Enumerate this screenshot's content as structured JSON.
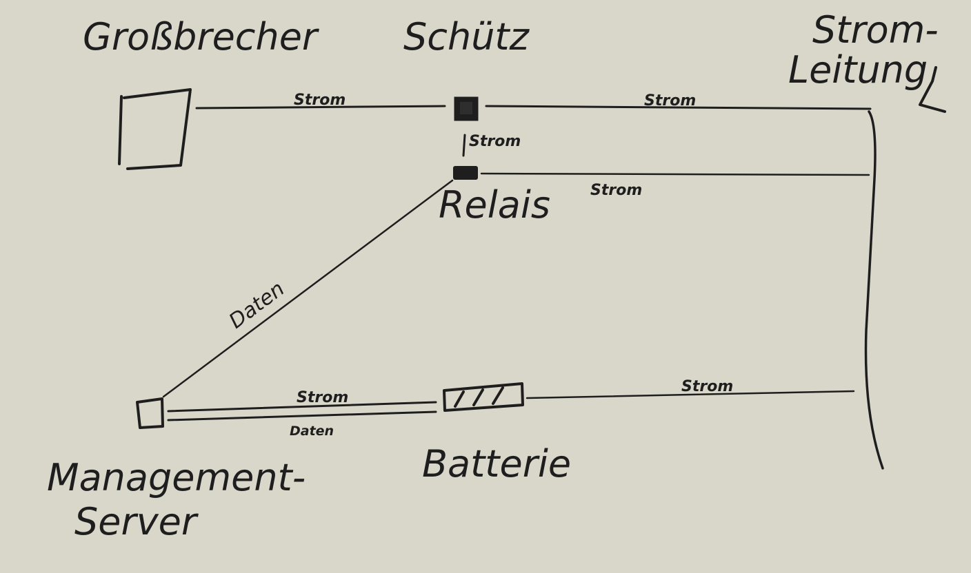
{
  "nodes": {
    "grossbrecher": "Großbrecher",
    "schuetz": "Schütz",
    "stromleitung_line1": "Strom-",
    "stromleitung_line2": "Leitung",
    "relais": "Relais",
    "batterie": "Batterie",
    "management_line1": "Management-",
    "management_line2": "Server"
  },
  "edges": {
    "grossbrecher_schuetz": "Strom",
    "schuetz_leitung": "Strom",
    "schuetz_relais": "Strom",
    "relais_leitung": "Strom",
    "relais_server": "Daten",
    "server_batterie_strom": "Strom",
    "server_batterie_daten": "Daten",
    "batterie_leitung": "Strom"
  },
  "colors": {
    "background": "#d8d7ca",
    "ink": "#1e1e1e"
  }
}
